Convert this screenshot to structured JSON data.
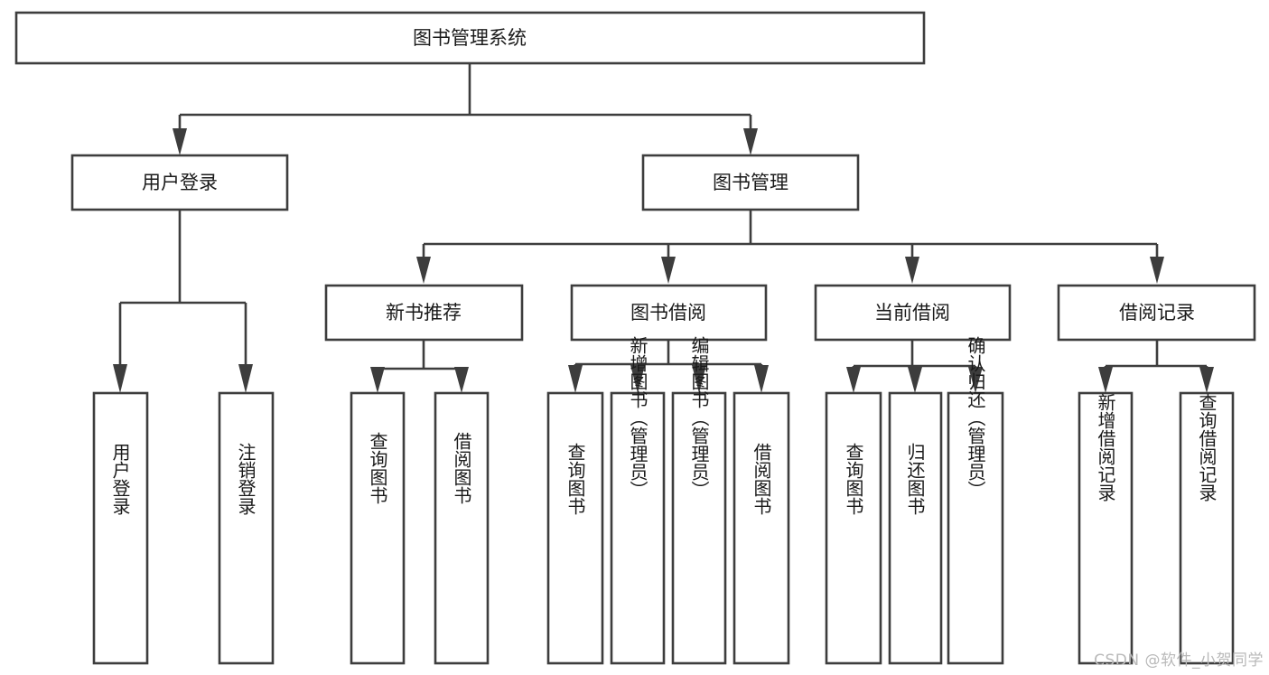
{
  "diagram": {
    "title": "图书管理系统",
    "type": "tree-hierarchy-chart",
    "watermark": "CSDN @软件_小贺同学",
    "colors": {
      "stroke": "#3d3d3d",
      "fill": "#ffffff",
      "text": "#1a1a1a",
      "watermark": "#b9b9b9"
    },
    "nodes": {
      "root": {
        "label": "图书管理系统"
      },
      "level2": [
        {
          "label": "用户登录"
        },
        {
          "label": "图书管理"
        }
      ],
      "level3": [
        {
          "label": "新书推荐"
        },
        {
          "label": "图书借阅"
        },
        {
          "label": "当前借阅"
        },
        {
          "label": "借阅记录"
        }
      ],
      "leaves": {
        "user_login": [
          {
            "label": "用户登录"
          },
          {
            "label": "注销登录"
          }
        ],
        "new_book_recommend": [
          {
            "label": "查询图书"
          },
          {
            "label": "借阅图书"
          }
        ],
        "book_borrow": [
          {
            "label": "查询图书"
          },
          {
            "label": "新增图书（管理员）"
          },
          {
            "label": "编辑图书（管理员）"
          },
          {
            "label": "借阅图书"
          }
        ],
        "current_borrow": [
          {
            "label": "查询图书"
          },
          {
            "label": "归还图书"
          },
          {
            "label": "确认归还（管理员）"
          }
        ],
        "borrow_record": [
          {
            "label": "新增借阅记录"
          },
          {
            "label": "查询借阅记录"
          }
        ]
      }
    }
  }
}
